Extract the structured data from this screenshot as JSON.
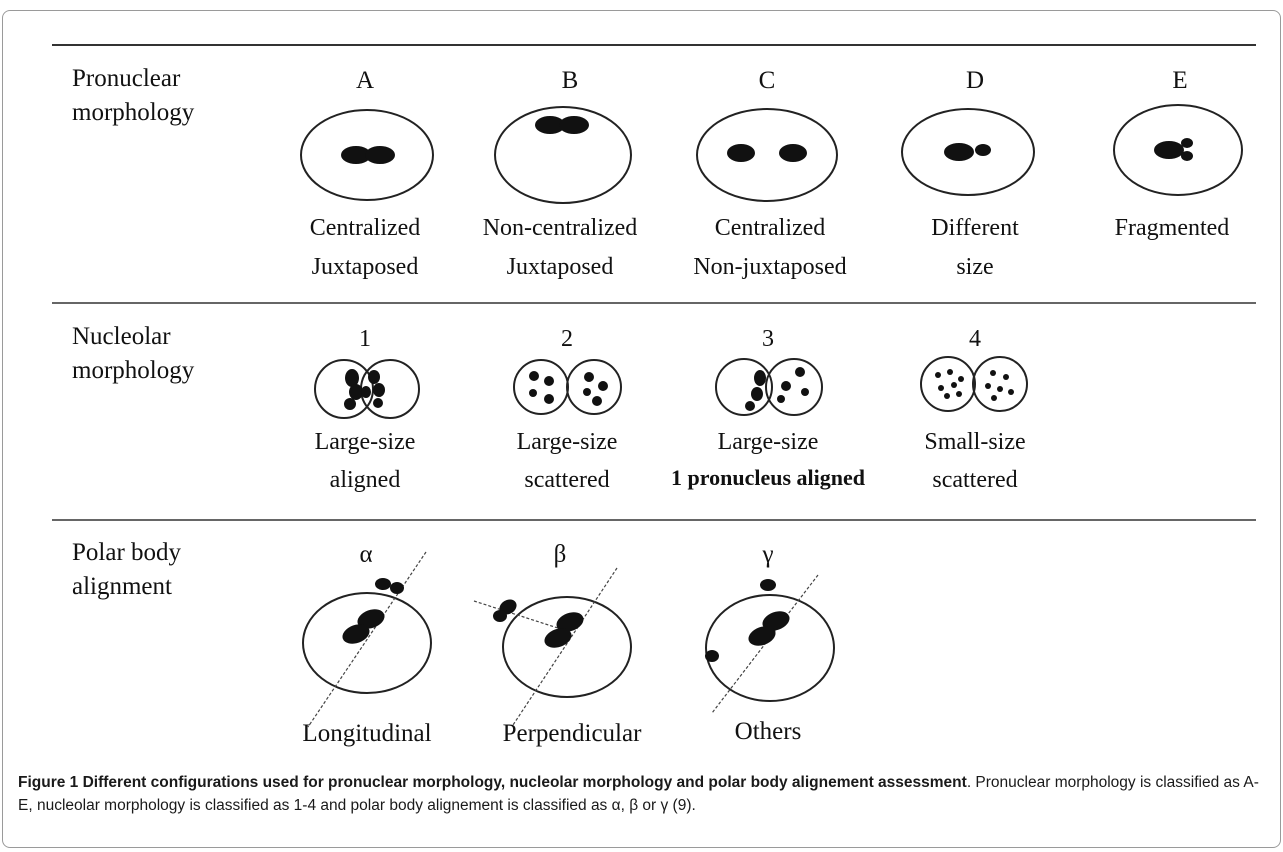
{
  "figure": {
    "rows": [
      {
        "label_lines": [
          "Pronuclear",
          "morphology"
        ],
        "items": [
          {
            "key": "A",
            "desc": [
              "Centralized",
              "Juxtaposed"
            ]
          },
          {
            "key": "B",
            "desc": [
              "Non-centralized",
              "Juxtaposed"
            ]
          },
          {
            "key": "C",
            "desc": [
              "Centralized",
              "Non-juxtaposed"
            ]
          },
          {
            "key": "D",
            "desc": [
              "Different",
              "size"
            ]
          },
          {
            "key": "E",
            "desc": [
              "Fragmented",
              ""
            ]
          }
        ]
      },
      {
        "label_lines": [
          "Nucleolar",
          "morphology"
        ],
        "items": [
          {
            "key": "1",
            "desc": [
              "Large-size",
              "aligned"
            ]
          },
          {
            "key": "2",
            "desc": [
              "Large-size",
              "scattered"
            ]
          },
          {
            "key": "3",
            "desc": [
              "Large-size",
              "1 pronucleus aligned"
            ]
          },
          {
            "key": "4",
            "desc": [
              "Small-size",
              "scattered"
            ]
          }
        ]
      },
      {
        "label_lines": [
          "Polar body",
          "alignment"
        ],
        "items": [
          {
            "key": "α",
            "desc": [
              "Longitudinal"
            ]
          },
          {
            "key": "β",
            "desc": [
              "Perpendicular"
            ]
          },
          {
            "key": "γ",
            "desc": [
              "Others"
            ]
          }
        ]
      }
    ]
  },
  "caption": {
    "label": "Figure 1",
    "title": "Different configurations used for pronuclear morphology, nucleolar morphology and polar body alignement assessment",
    "text": ". Pronuclear morphology is classified as A-E, nucleolar morphology is classified as 1-4 and polar body alignement is classified as α, β or γ (9)."
  }
}
